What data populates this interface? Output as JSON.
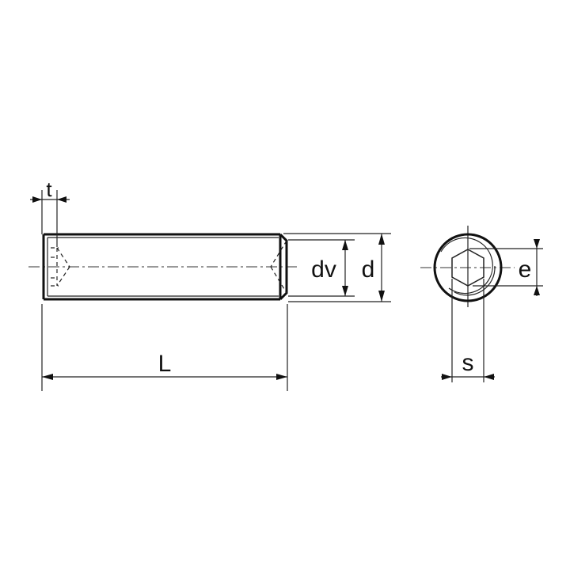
{
  "drawing": {
    "subject": "Hexagon socket set screw",
    "views": [
      "side-view",
      "end-view"
    ],
    "dimension_labels": {
      "t": "t",
      "L": "L",
      "dv": "dv",
      "d": "d",
      "e": "e",
      "s": "s"
    },
    "colors": {
      "line": "#111111",
      "background": "#ffffff"
    }
  }
}
